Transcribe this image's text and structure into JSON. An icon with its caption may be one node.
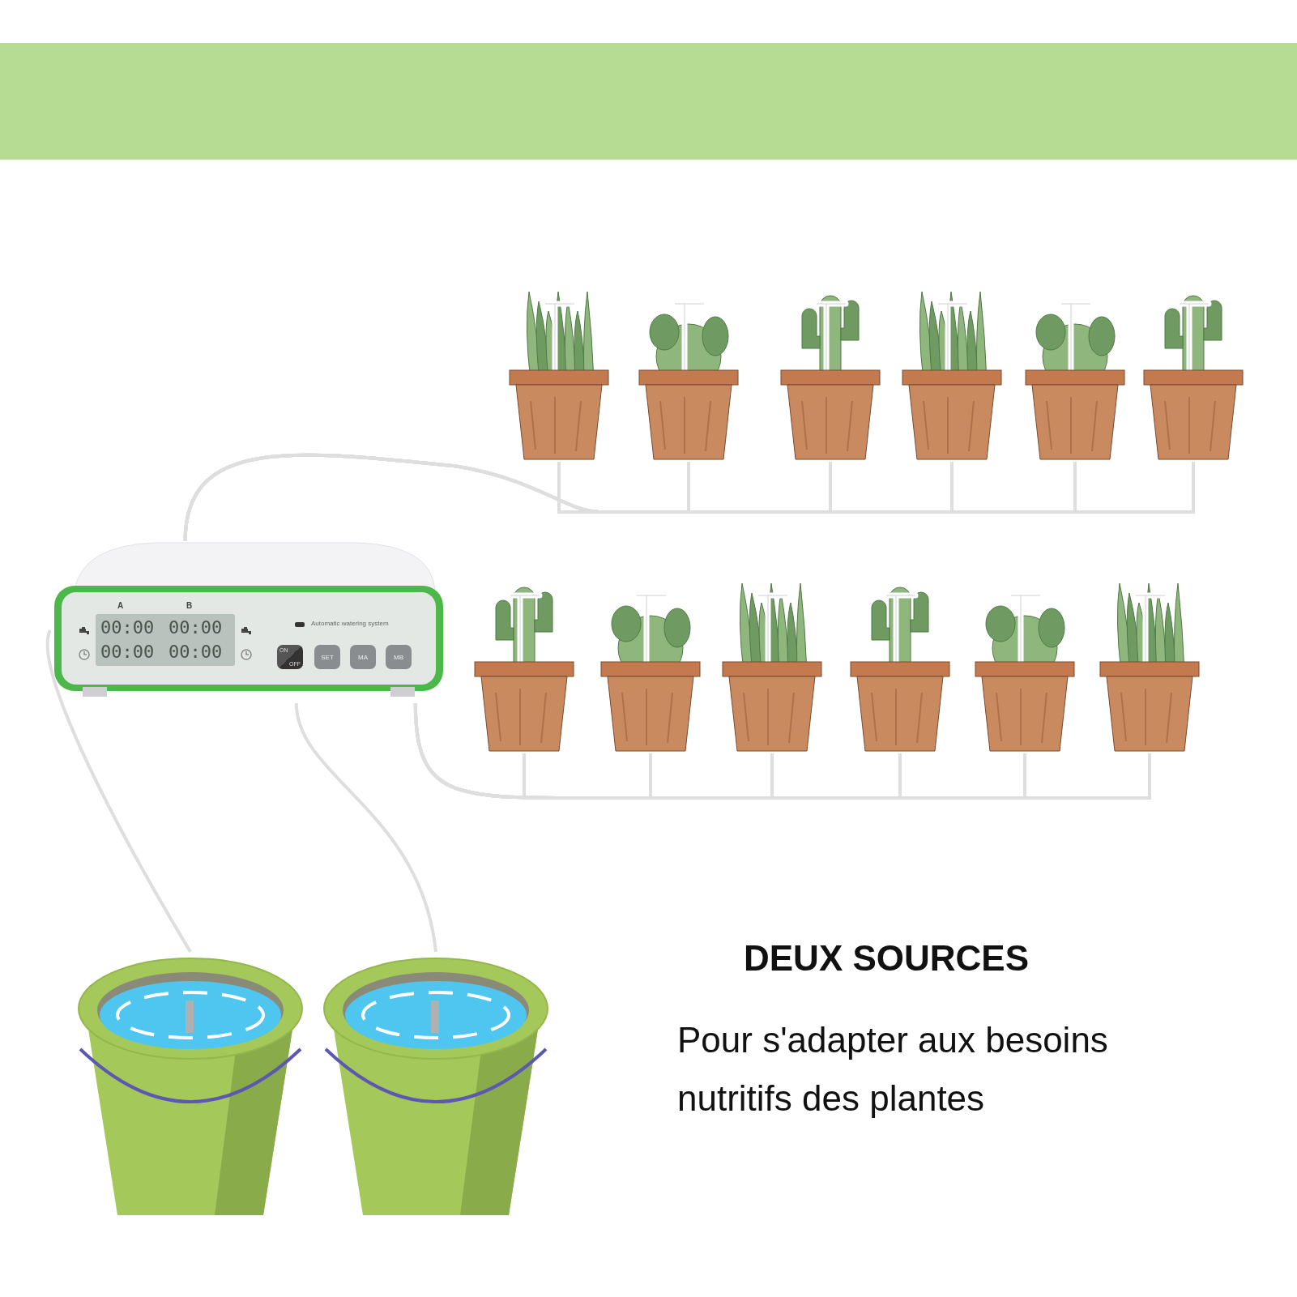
{
  "diagram": {
    "nodes": [
      {
        "text": [],
        "shape": "picture"
      },
      {
        "text": [],
        "shape": "picture"
      },
      {
        "text": [],
        "shape": "picture"
      },
      {
        "text": [],
        "shape": "picture"
      },
      {
        "text": [],
        "shape": "picture"
      },
      {
        "text": [],
        "shape": "picture"
      },
      {
        "text": [],
        "shape": "picture"
      },
      {
        "text": [],
        "shape": "picture"
      },
      {
        "text": [],
        "shape": "picture"
      },
      {
        "text": [],
        "shape": "picture"
      },
      {
        "text": [],
        "shape": "picture"
      },
      {
        "text": [],
        "shape": "picture"
      },
      {
        "text": [],
        "shape": "picture"
      },
      {
        "text": [],
        "shape": "picture"
      },
      {
        "text": [],
        "shape": "picture"
      }
    ],
    "edges": [
      {
        "from": 0,
        "to": 1,
        "arrow": "none"
      },
      {
        "from": 0,
        "to": 2,
        "arrow": "none"
      },
      {
        "from": 0,
        "to": 3,
        "arrow": "none"
      },
      {
        "from": 0,
        "to": 4,
        "arrow": "none"
      },
      {
        "from": 0,
        "to": 5,
        "arrow": "none"
      },
      {
        "from": 0,
        "to": 6,
        "arrow": "none"
      },
      {
        "from": 0,
        "to": 7,
        "arrow": "none"
      },
      {
        "from": 0,
        "to": 8,
        "arrow": "none"
      },
      {
        "from": 0,
        "to": 9,
        "arrow": "none"
      },
      {
        "from": 0,
        "to": 10,
        "arrow": "none"
      },
      {
        "from": 0,
        "to": 11,
        "arrow": "none"
      },
      {
        "from": 0,
        "to": 12,
        "arrow": "none"
      },
      {
        "from": 13,
        "to": 0,
        "arrow": "none"
      },
      {
        "from": 14,
        "to": 0,
        "arrow": "none"
      }
    ],
    "labels": [
      "A",
      "B",
      "00:00",
      "00:00",
      "00:00",
      "00:00",
      "Automatic watering system",
      "ON",
      "OFF",
      "SET",
      "MA",
      "MB",
      "DEUX SOURCES",
      "Pour s'adapter aux besoins nutritifs des plantes"
    ]
  }
}
